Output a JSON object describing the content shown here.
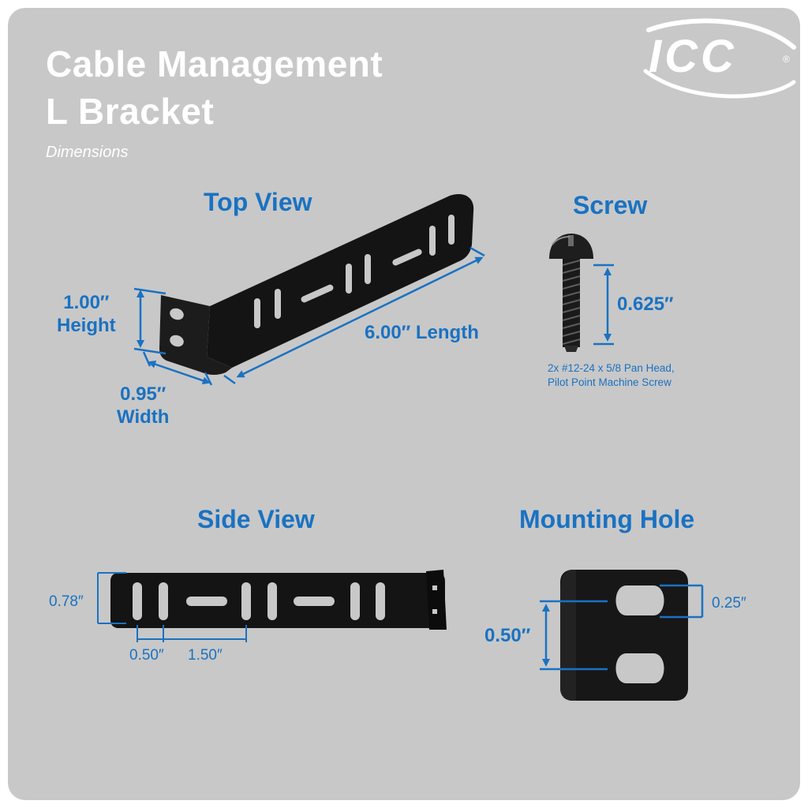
{
  "header": {
    "title_line1": "Cable Management",
    "title_line2": "L Bracket",
    "subtitle": "Dimensions"
  },
  "logo": {
    "text": "ICC",
    "registered": "®"
  },
  "top_view": {
    "title": "Top View",
    "height_label": "1.00″\nHeight",
    "width_label": "0.95″\nWidth",
    "length_label": "6.00″ Length"
  },
  "screw": {
    "title": "Screw",
    "length_label": "0.625″",
    "note_line1": "2x #12-24 x 5/8 Pan Head,",
    "note_line2": "Pilot Point Machine Screw"
  },
  "side_view": {
    "title": "Side View",
    "height_label": "0.78″",
    "slot_spacing_label": "0.50″",
    "long_slot_label": "1.50″"
  },
  "mounting_hole": {
    "title": "Mounting Hole",
    "spacing_label": "0.50″",
    "hole_label": "0.25″"
  },
  "colors": {
    "background": "#c8c8c8",
    "accent_blue": "#1a72c2",
    "bracket": "#141414",
    "title_text": "#ffffff"
  }
}
